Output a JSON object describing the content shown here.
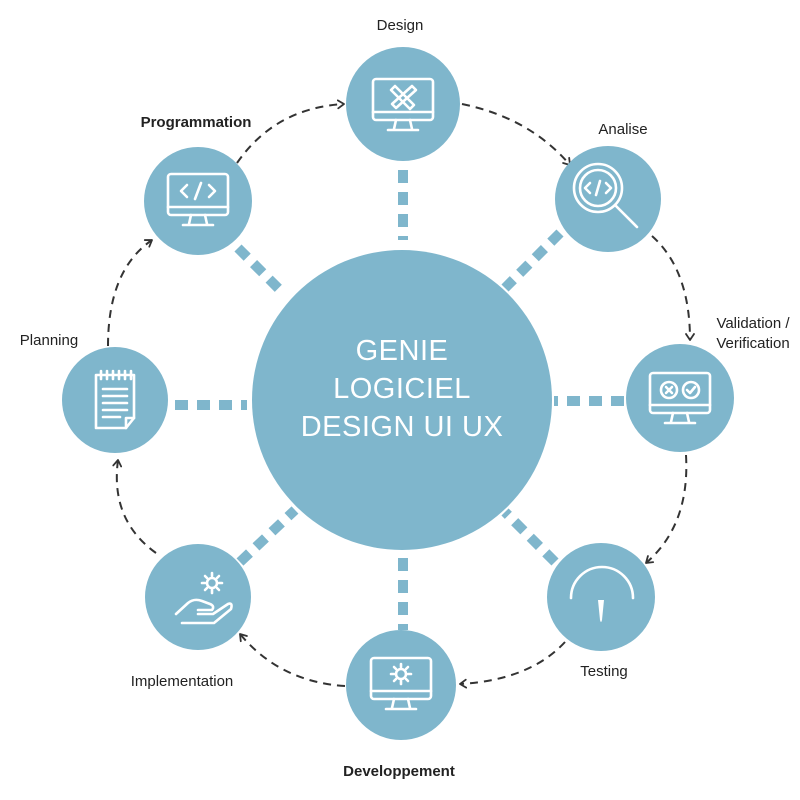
{
  "colors": {
    "node": "#7fb6cc",
    "connector": "#7fb6cc",
    "arrow": "#333333",
    "icon": "#ffffff",
    "label": "#222222"
  },
  "center": {
    "line1": "GENIE",
    "line2": "LOGICIEL",
    "line3": "DESIGN UI UX"
  },
  "nodes": {
    "design": {
      "label": "Design",
      "icon": "monitor-pencil-ruler-icon"
    },
    "analise": {
      "label": "Analise",
      "icon": "magnifier-code-icon"
    },
    "validation": {
      "label_line1": "Validation /",
      "label_line2": "Verification",
      "icon": "monitor-x-check-icon"
    },
    "testing": {
      "label": "Testing",
      "icon": "gauge-icon"
    },
    "developpement": {
      "label": "Developpement",
      "icon": "monitor-gear-icon"
    },
    "implementation": {
      "label": "Implementation",
      "icon": "hand-gear-icon"
    },
    "planning": {
      "label": "Planning",
      "icon": "notepad-icon"
    },
    "programmation": {
      "label": "Programmation",
      "icon": "monitor-code-icon"
    }
  }
}
